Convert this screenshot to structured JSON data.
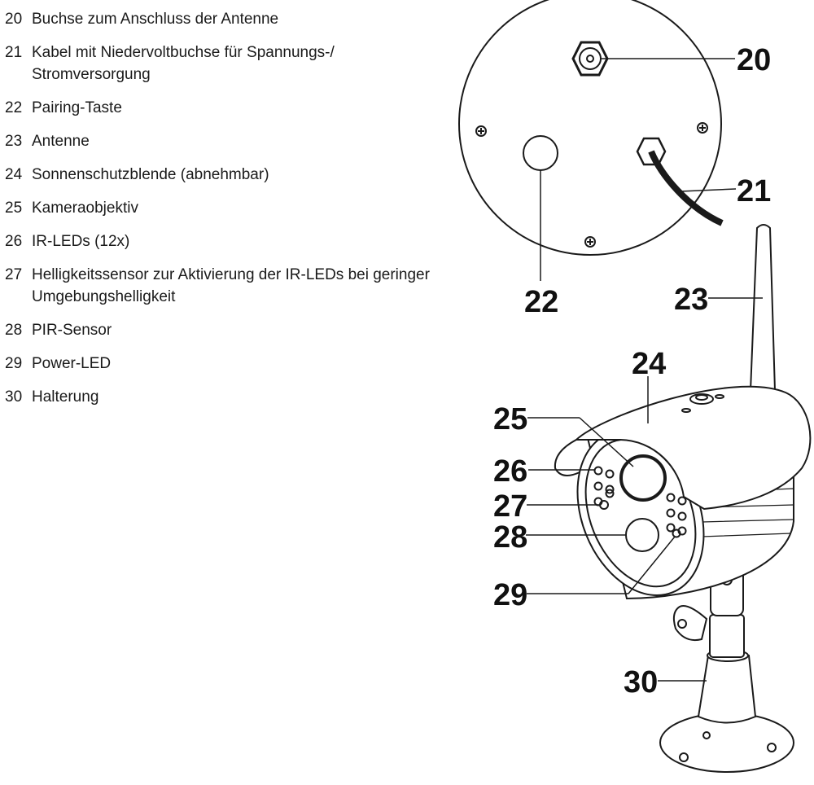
{
  "legend": [
    {
      "num": "20",
      "text": "Buchse zum Anschluss der Antenne",
      "text2": ""
    },
    {
      "num": "21",
      "text": "Kabel mit Niedervoltbuchse für Spannungs-/",
      "text2": "Stromversorgung"
    },
    {
      "num": "22",
      "text": "Pairing-Taste",
      "text2": ""
    },
    {
      "num": "23",
      "text": "Antenne",
      "text2": ""
    },
    {
      "num": "24",
      "text": "Sonnenschutzblende (abnehmbar)",
      "text2": ""
    },
    {
      "num": "25",
      "text": "Kameraobjektiv",
      "text2": ""
    },
    {
      "num": "26",
      "text": "IR-LEDs (12x)",
      "text2": ""
    },
    {
      "num": "27",
      "text": "Helligkeitssensor zur Aktivierung der IR-LEDs bei geringer",
      "text2": "Umgebungshelligkeit"
    },
    {
      "num": "28",
      "text": "PIR-Sensor",
      "text2": ""
    },
    {
      "num": "29",
      "text": "Power-LED",
      "text2": ""
    },
    {
      "num": "30",
      "text": "Halterung",
      "text2": ""
    }
  ],
  "callouts": {
    "c20": "20",
    "c21": "21",
    "c22": "22",
    "c23": "23",
    "c24": "24",
    "c25": "25",
    "c26": "26",
    "c27": "27",
    "c28": "28",
    "c29": "29",
    "c30": "30"
  }
}
